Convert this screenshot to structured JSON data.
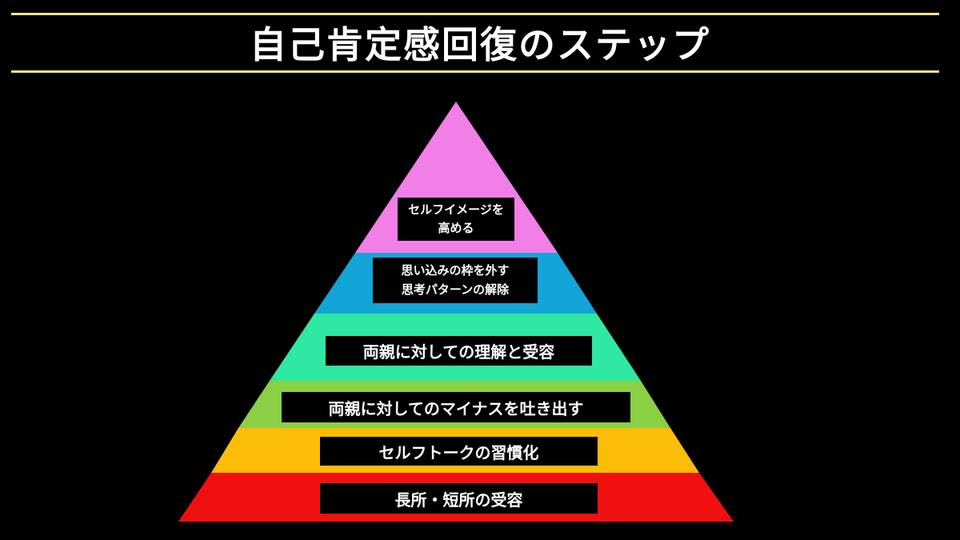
{
  "title": "自己肯定感回復のステップ",
  "colors": {
    "background": "#000000",
    "rule": "#f0e68c",
    "tier_1": "#f27ee8",
    "tier_2": "#13a4d8",
    "tier_3": "#2ee8a3",
    "tier_4": "#8bcf45",
    "tier_5": "#fbbd08",
    "tier_6": "#f01010"
  },
  "pyramid": {
    "tiers": [
      {
        "level": 1,
        "lines": [
          "セルフイメージを",
          "高める"
        ]
      },
      {
        "level": 2,
        "lines": [
          "思い込みの枠を外す",
          "思考パターンの解除"
        ]
      },
      {
        "level": 3,
        "text": "両親に対しての理解と受容"
      },
      {
        "level": 4,
        "text": "両親に対してのマイナスを吐き出す"
      },
      {
        "level": 5,
        "text": "セルフトークの習慣化"
      },
      {
        "level": 6,
        "text": "長所・短所の受容"
      }
    ]
  }
}
